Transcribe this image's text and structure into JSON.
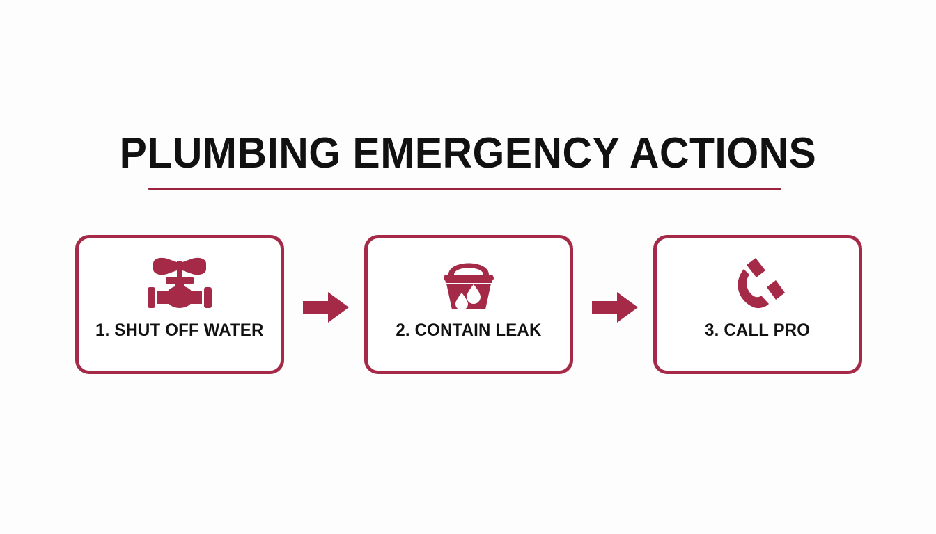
{
  "page": {
    "background_color": "#fdfdfd",
    "accent_color": "#a52a47",
    "text_color": "#111111"
  },
  "header": {
    "title": "PLUMBING EMERGENCY ACTIONS",
    "rule_color": "#9c2340"
  },
  "flow": {
    "steps": [
      {
        "label": "1. SHUT OFF WATER",
        "icon": "water-shutoff-valve-icon",
        "number": "1",
        "action": "SHUT OFF WATER"
      },
      {
        "label": "2. CONTAIN LEAK",
        "icon": "bucket-with-water-drops-icon",
        "number": "2",
        "action": "CONTAIN LEAK"
      },
      {
        "label": "3. CALL PRO",
        "icon": "telephone-handset-icon",
        "number": "3",
        "action": "CALL PRO"
      }
    ],
    "connectors": [
      {
        "icon": "arrow-right-icon",
        "color": "#a52a47"
      },
      {
        "icon": "arrow-right-icon",
        "color": "#a52a47"
      }
    ]
  }
}
